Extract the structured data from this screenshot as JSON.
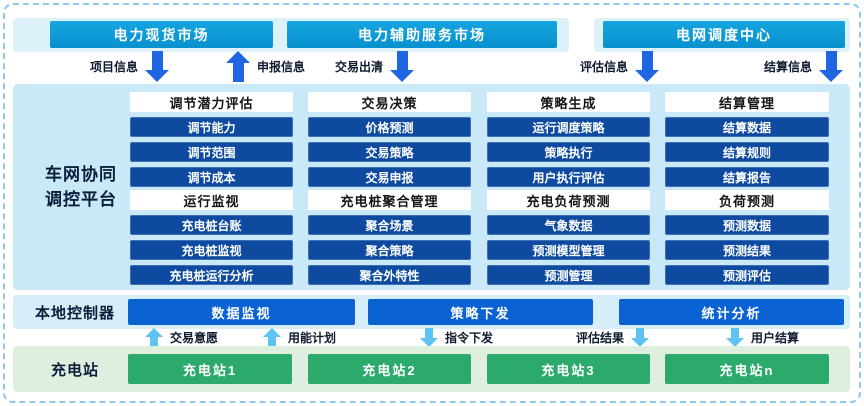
{
  "colors": {
    "market_header_bg": "#0998d4",
    "top_band_bg": "#ddf1fb",
    "platform_bg": "#c9e9f8",
    "module_title_bg": "#ffffff",
    "module_item_bg": "#0e4ba0",
    "controller_band_bg": "#d6edfa",
    "controller_box_bg": "#0b63d3",
    "station_band_bg": "#dfefdf",
    "station_box_bg": "#2baa6c",
    "arrow_dark_blue": "#2066e2",
    "arrow_light_blue": "#5ec3f3"
  },
  "markets": [
    {
      "label": "电力现货市场"
    },
    {
      "label": "电力辅助服务市场"
    },
    {
      "label": "电网调度中心"
    }
  ],
  "top_flows": [
    {
      "label": "项目信息",
      "direction": "down"
    },
    {
      "label": "申报信息",
      "direction": "up"
    },
    {
      "label": "交易出清",
      "direction": "down"
    },
    {
      "label": "评估信息",
      "direction": "down"
    },
    {
      "label": "结算信息",
      "direction": "down"
    }
  ],
  "platform": {
    "label_line1": "车网协同",
    "label_line2": "调控平台",
    "modules": [
      {
        "title": "调节潜力评估",
        "items": [
          "调节能力",
          "调节范围",
          "调节成本"
        ]
      },
      {
        "title": "交易决策",
        "items": [
          "价格预测",
          "交易策略",
          "交易申报"
        ]
      },
      {
        "title": "策略生成",
        "items": [
          "运行调度策略",
          "策略执行",
          "用户执行评估"
        ]
      },
      {
        "title": "结算管理",
        "items": [
          "结算数据",
          "结算规则",
          "结算报告"
        ]
      },
      {
        "title": "运行监视",
        "items": [
          "充电桩台账",
          "充电桩监视",
          "充电桩运行分析"
        ]
      },
      {
        "title": "充电桩聚合管理",
        "items": [
          "聚合场景",
          "聚合策略",
          "聚合外特性"
        ]
      },
      {
        "title": "充电负荷预测",
        "items": [
          "气象数据",
          "预测模型管理",
          "预测管理"
        ]
      },
      {
        "title": "负荷预测",
        "items": [
          "预测数据",
          "预测结果",
          "预测评估"
        ]
      }
    ]
  },
  "controller": {
    "label": "本地控制器",
    "boxes": [
      "数据监视",
      "策略下发",
      "统计分析"
    ]
  },
  "station_flows": [
    {
      "label": "交易意愿",
      "direction": "up"
    },
    {
      "label": "用能计划",
      "direction": "up"
    },
    {
      "label": "指令下发",
      "direction": "down"
    },
    {
      "label": "评估结果",
      "direction": "down"
    },
    {
      "label": "用户结算",
      "direction": "down"
    }
  ],
  "stations": {
    "label": "充电站",
    "boxes": [
      "充电站1",
      "充电站2",
      "充电站3",
      "充电站n"
    ]
  }
}
